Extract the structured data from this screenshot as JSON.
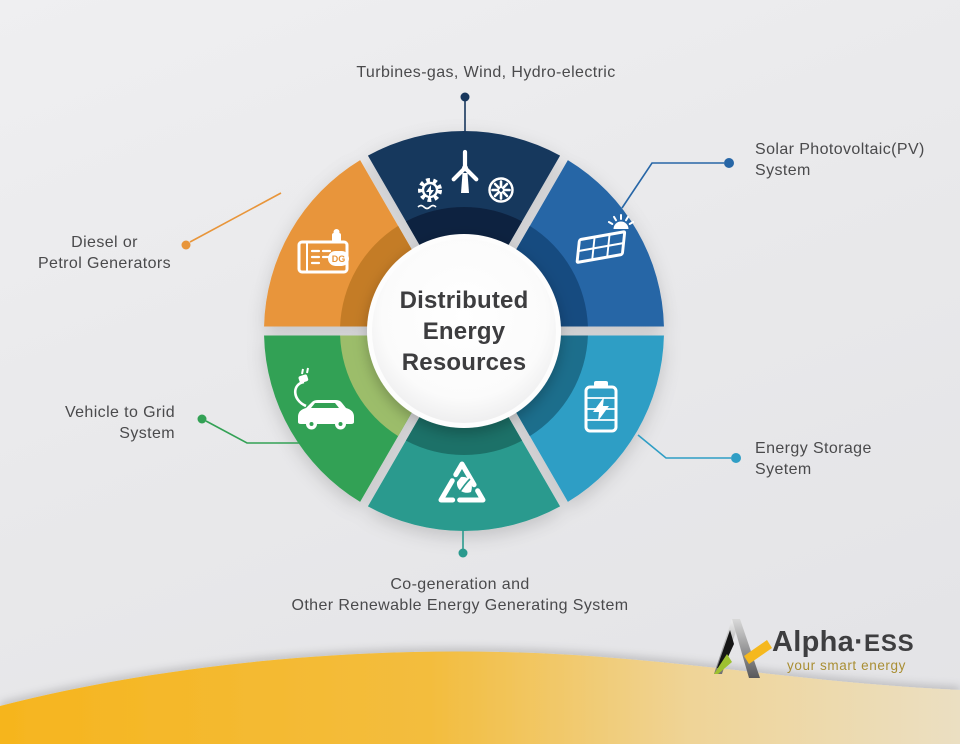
{
  "page": {
    "background": "#e9e9eb"
  },
  "center": {
    "line1": "Distributed",
    "line2": "Energy",
    "line3": "Resources",
    "text_color": "#3d3d3f"
  },
  "donut": {
    "segments": [
      {
        "id": "turbines",
        "icon": "turbine-gear-fan-icon",
        "color": "#18375d",
        "shade": "#0d2440"
      },
      {
        "id": "solar",
        "icon": "solar-panel-icon",
        "color": "#2766a6",
        "shade": "#164b80"
      },
      {
        "id": "storage",
        "icon": "battery-icon",
        "color": "#2f9ec5",
        "shade": "#1a6e8c"
      },
      {
        "id": "cogen",
        "icon": "recycle-leaf-icon",
        "color": "#2a9a8e",
        "shade": "#1b7168"
      },
      {
        "id": "vehicle",
        "icon": "ev-car-icon",
        "color": "#33a155",
        "shade": "#9cbd6b"
      },
      {
        "id": "diesel",
        "icon": "generator-icon",
        "color": "#e8953a",
        "shade": "#c47c28",
        "icon_text": "DG"
      }
    ]
  },
  "labels": {
    "text_color": "#4a4a4c",
    "turbines": {
      "text": "Turbines-gas, Wind, Hydro-electric"
    },
    "solar": {
      "line1": "Solar Photovoltaic(PV)",
      "line2": "System"
    },
    "storage": {
      "line1": "Energy Storage",
      "line2": "Syetem"
    },
    "cogen": {
      "line1": "Co-generation and",
      "line2": "Other Renewable Energy Generating System"
    },
    "vehicle": {
      "line1": "Vehicle to Grid",
      "line2": "System"
    },
    "diesel": {
      "line1": "Diesel or",
      "line2": "Petrol Generators"
    }
  },
  "logo": {
    "brand_main": "Alpha",
    "brand_dot": "·",
    "brand_sub": "ESS",
    "tagline": "your smart energy",
    "brand_color": "#3e3e40",
    "tagline_color": "#a98e33",
    "mark_colors": {
      "silver": "#b9b9bb",
      "black": "#151515",
      "lime": "#9ec131",
      "yellow": "#f5b81e"
    }
  },
  "wave": {
    "gold": "#f6b51e",
    "pale": "#ebdfc2"
  }
}
